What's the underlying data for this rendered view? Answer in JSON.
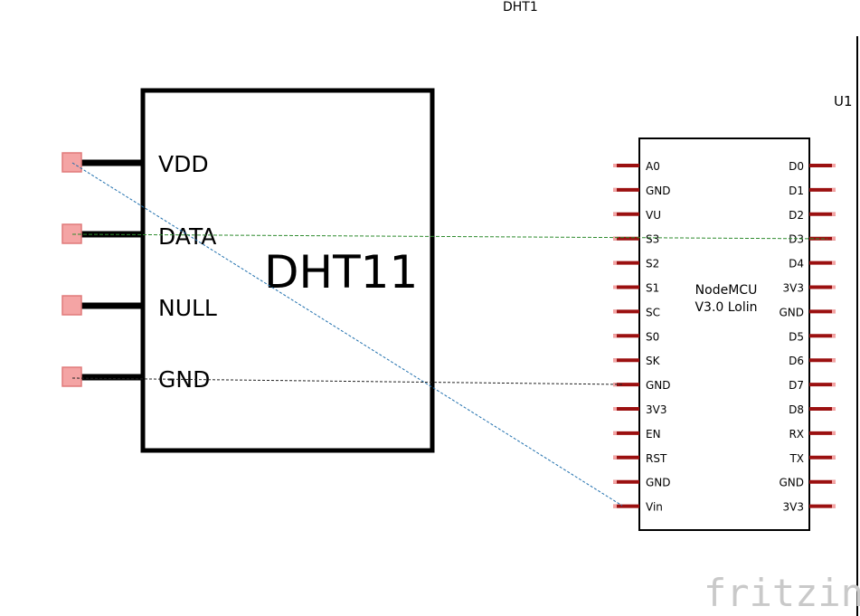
{
  "dht": {
    "ref": "DHT1",
    "title": "DHT11",
    "pins": [
      "VDD",
      "DATA",
      "NULL",
      "GND"
    ]
  },
  "mcu": {
    "ref": "U1",
    "title_line1": "NodeMCU",
    "title_line2": "V3.0 Lolin",
    "left_pins": [
      "A0",
      "GND",
      "VU",
      "S3",
      "S2",
      "S1",
      "SC",
      "S0",
      "SK",
      "GND",
      "3V3",
      "EN",
      "RST",
      "GND",
      "Vin"
    ],
    "right_pins": [
      "D0",
      "D1",
      "D2",
      "D3",
      "D4",
      "3V3",
      "GND",
      "D5",
      "D6",
      "D7",
      "D8",
      "RX",
      "TX",
      "GND",
      "3V3"
    ]
  },
  "wires": [
    {
      "from": "DHT1.VDD",
      "to": "U1.Vin",
      "color": "#1f6fad"
    },
    {
      "from": "DHT1.DATA",
      "to": "U1.D3",
      "color": "#2e8b2e"
    },
    {
      "from": "DHT1.GND",
      "to": "U1.GND",
      "color": "#222222"
    }
  ],
  "logo": "fritzing",
  "colors": {
    "pin_red": "#9b1010",
    "pad_pink": "#f4a4a4",
    "wire_blue": "#1f6fad",
    "wire_green": "#2e8b2e",
    "wire_black": "#222222"
  }
}
